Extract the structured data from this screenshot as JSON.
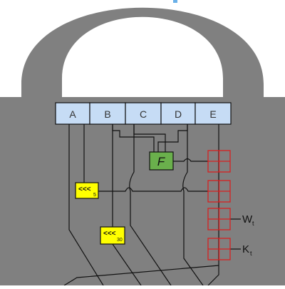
{
  "registers": [
    "A",
    "B",
    "C",
    "D",
    "E"
  ],
  "function_label": "F",
  "rotate_left_5": {
    "arrows": "<<<",
    "amount": "5"
  },
  "rotate_left_30": {
    "arrows": "<<<",
    "amount": "30"
  },
  "word_label": {
    "main": "W",
    "sub": "t"
  },
  "constant_label": {
    "main": "K",
    "sub": "t"
  },
  "colors": {
    "background": "#ffffff",
    "padlock": "#808080",
    "register_fill": "#c6dcf5",
    "function_fill": "#6ab04c",
    "rotate_fill": "#ffff00",
    "adder_stroke": "#d62020",
    "wire": "#111111"
  }
}
